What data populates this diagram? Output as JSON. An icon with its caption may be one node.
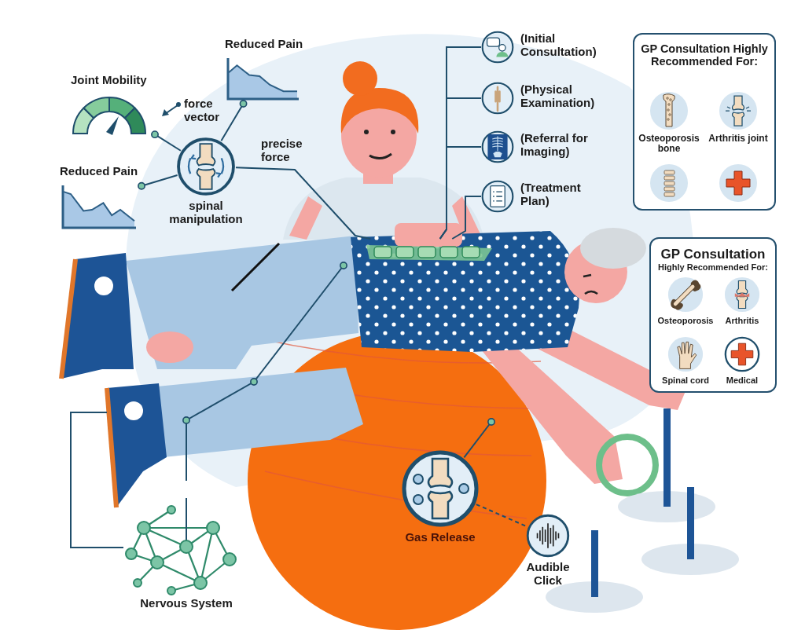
{
  "diagram": {
    "nodes": [
      {
        "text": [
          "spinal manipulation"
        ]
      },
      {
        "text": [
          "Joint Mobility"
        ]
      },
      {
        "text": [
          "Reduced Pain"
        ]
      },
      {
        "text": [
          "Reduced Pain"
        ]
      },
      {
        "text": [],
        "shape": "picture"
      },
      {
        "text": [
          "(Initial Consultation)"
        ]
      },
      {
        "text": [
          "(Physical Examination)"
        ]
      },
      {
        "text": [
          "(Referral for Imaging)"
        ]
      },
      {
        "text": [
          "(Treatment Plan)"
        ]
      },
      {
        "text": [
          "GP Consultation Highly Recommended For:"
        ]
      },
      {
        "text": [
          "Osteoporosis bone"
        ],
        "in": 9
      },
      {
        "text": [
          "Arthritis joint"
        ],
        "in": 9
      },
      {
        "text": [],
        "shape": "circle",
        "in": 9
      },
      {
        "text": [],
        "shape": "circle",
        "in": 9
      },
      {
        "text": [
          "GP Consultation",
          "Highly Recommended For:"
        ]
      },
      {
        "text": [
          "Osteoporosis"
        ],
        "in": 14
      },
      {
        "text": [
          "Arthritis"
        ],
        "in": 14
      },
      {
        "text": [
          "Spinal cord"
        ],
        "in": 14
      },
      {
        "text": [
          "Medical"
        ],
        "in": 14
      },
      {
        "text": [
          "Gas Release"
        ]
      },
      {
        "text": [
          "Audible Click"
        ]
      },
      {
        "text": [
          "Nervous System"
        ]
      }
    ],
    "edges": [
      {
        "from": 0,
        "to": 1,
        "arrow": "other"
      },
      {
        "from": 0,
        "to": 2,
        "arrow": "other"
      },
      {
        "from": 0,
        "to": 3,
        "arrow": "other"
      },
      {
        "from": 0,
        "to": 4,
        "arrow": "none",
        "label": "precise force"
      },
      {
        "from": 5,
        "to": 4,
        "arrow": "none"
      },
      {
        "from": 6,
        "to": 4,
        "arrow": "none"
      },
      {
        "from": 7,
        "to": 4,
        "arrow": "none"
      },
      {
        "from": 8,
        "to": 4,
        "arrow": "none"
      },
      {
        "from": 19,
        "to": null,
        "arrow": "other"
      },
      {
        "from": 19,
        "to": 20,
        "arrow": "none",
        "style": "dashed"
      },
      {
        "from": 21,
        "to": null,
        "arrow": "other"
      },
      {
        "from": 21,
        "to": null,
        "arrow": "none"
      }
    ],
    "labels": [
      "force vector"
    ]
  }
}
